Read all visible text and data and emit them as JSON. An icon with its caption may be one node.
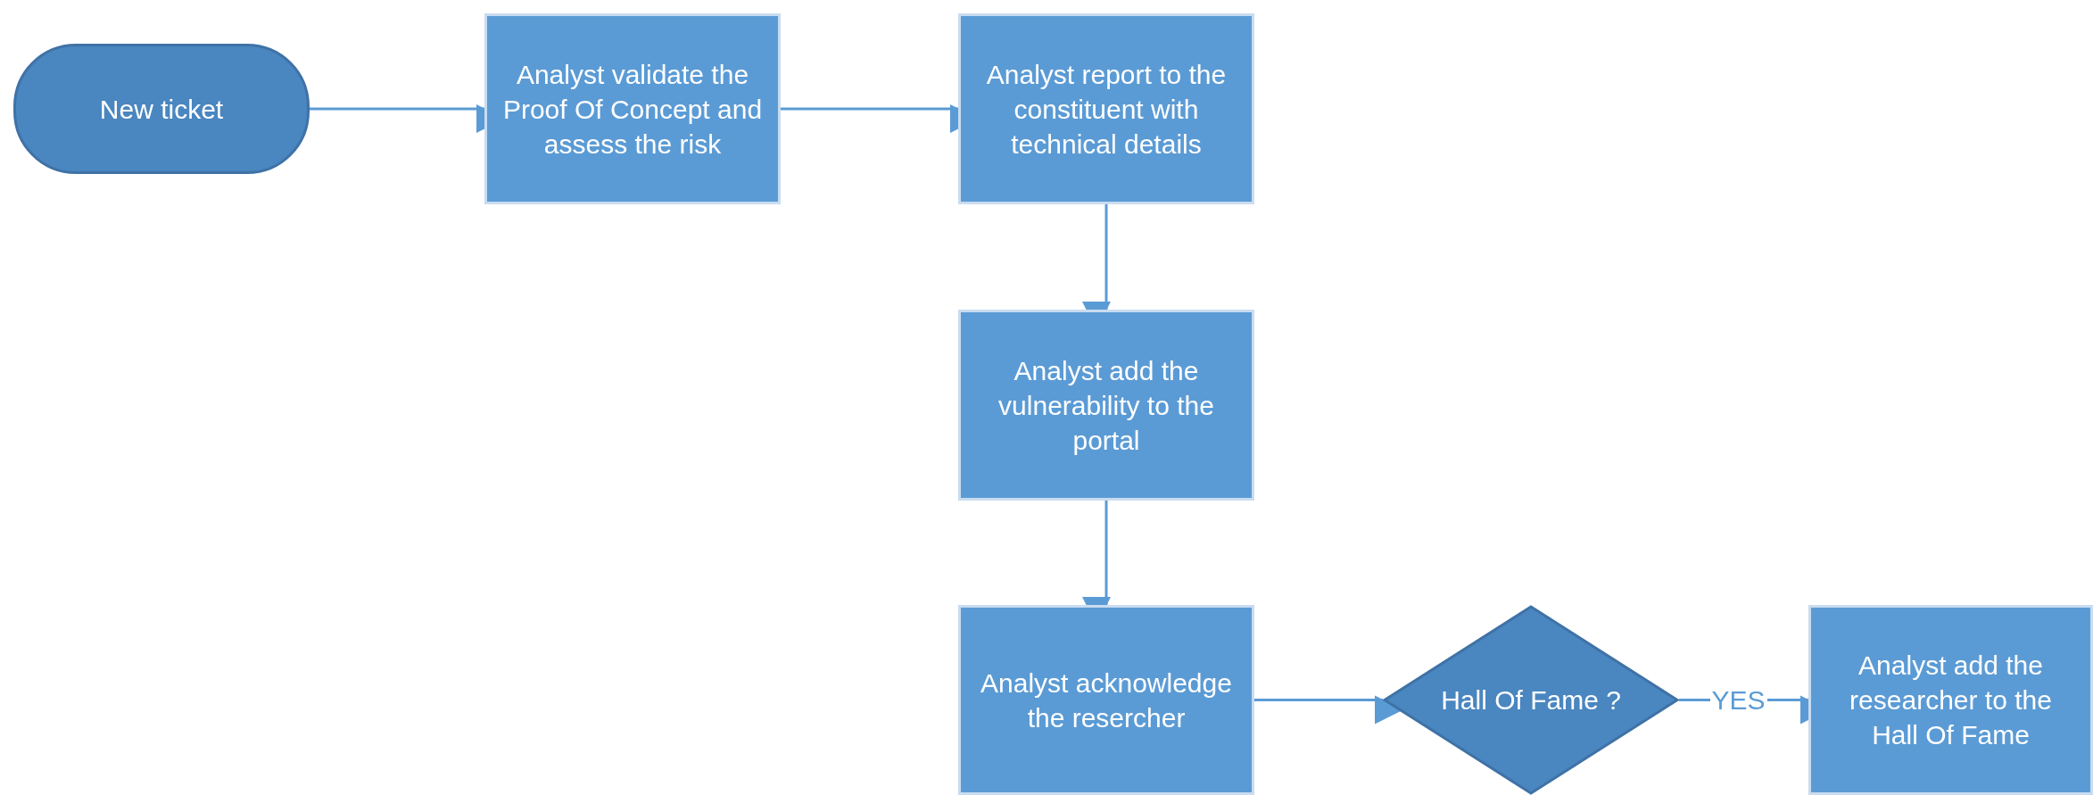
{
  "diagram": {
    "nodes": [
      {
        "text": [
          "New ticket"
        ]
      },
      {
        "text": [
          "Analyst validate the Proof Of Concept and assess the risk"
        ]
      },
      {
        "text": [
          "Analyst report to the constituent with technical details"
        ]
      },
      {
        "text": [
          "Analyst add the vulnerability to the portal"
        ]
      },
      {
        "text": [
          "Analyst acknowledge the resercher"
        ]
      },
      {
        "text": [
          "Hall Of Fame ?"
        ]
      },
      {
        "text": [
          "Analyst add the researcher to the Hall Of Fame"
        ]
      }
    ],
    "edges": [
      {
        "from": 0,
        "to": 1,
        "arrow": "to"
      },
      {
        "from": 1,
        "to": 2,
        "arrow": "to"
      },
      {
        "from": 2,
        "to": 3,
        "arrow": "to"
      },
      {
        "from": 3,
        "to": 4,
        "arrow": "to"
      },
      {
        "from": 4,
        "to": 5,
        "arrow": "to"
      },
      {
        "from": 5,
        "to": 6,
        "arrow": "to",
        "label": "YES"
      }
    ]
  }
}
